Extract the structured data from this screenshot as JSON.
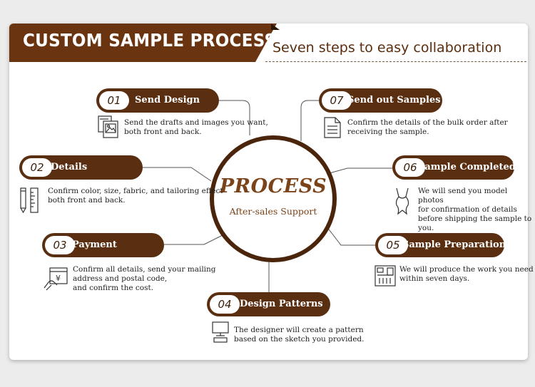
{
  "header": {
    "title": "CUSTOM SAMPLE PROCESS",
    "subtitle": "Seven steps to easy collaboration"
  },
  "center": {
    "title": "PROCESS",
    "subtitle": "After-sales Support"
  },
  "steps": [
    {
      "number": "01",
      "label": "Send Design",
      "icon": "image-files-icon",
      "lines": [
        "Send the drafts and images you want,",
        "both front and back."
      ]
    },
    {
      "number": "02",
      "label": "Details",
      "icon": "pencil-ruler-icon",
      "lines": [
        "Confirm color, size, fabric, and tailoring effect",
        "both front and back."
      ]
    },
    {
      "number": "03",
      "label": "Payment",
      "icon": "payment-icon",
      "lines": [
        "Confirm all details, send your mailing",
        "address and postal code,",
        "and confirm the cost."
      ]
    },
    {
      "number": "04",
      "label": "Design Patterns",
      "icon": "computer-icon",
      "lines": [
        "The designer will create a pattern",
        "based on the sketch you provided."
      ]
    },
    {
      "number": "05",
      "label": "Sample Preparation",
      "icon": "sewing-machine-icon",
      "lines": [
        "We will produce the work you need",
        "within seven days."
      ]
    },
    {
      "number": "06",
      "label": "Sample Completed",
      "icon": "swimsuit-icon",
      "lines": [
        "We will send you model photos",
        "for confirmation of details",
        "before shipping the sample to",
        "you."
      ]
    },
    {
      "number": "07",
      "label": "Send out Samples",
      "icon": "document-icon",
      "lines": [
        "Confirm the details of the bulk order after",
        "receiving the sample."
      ]
    }
  ],
  "colors": {
    "brand_brown": "#5a2e10",
    "header_brown": "#6a3411",
    "circle_ring": "#4a250b",
    "accent_text": "#7a4319"
  }
}
